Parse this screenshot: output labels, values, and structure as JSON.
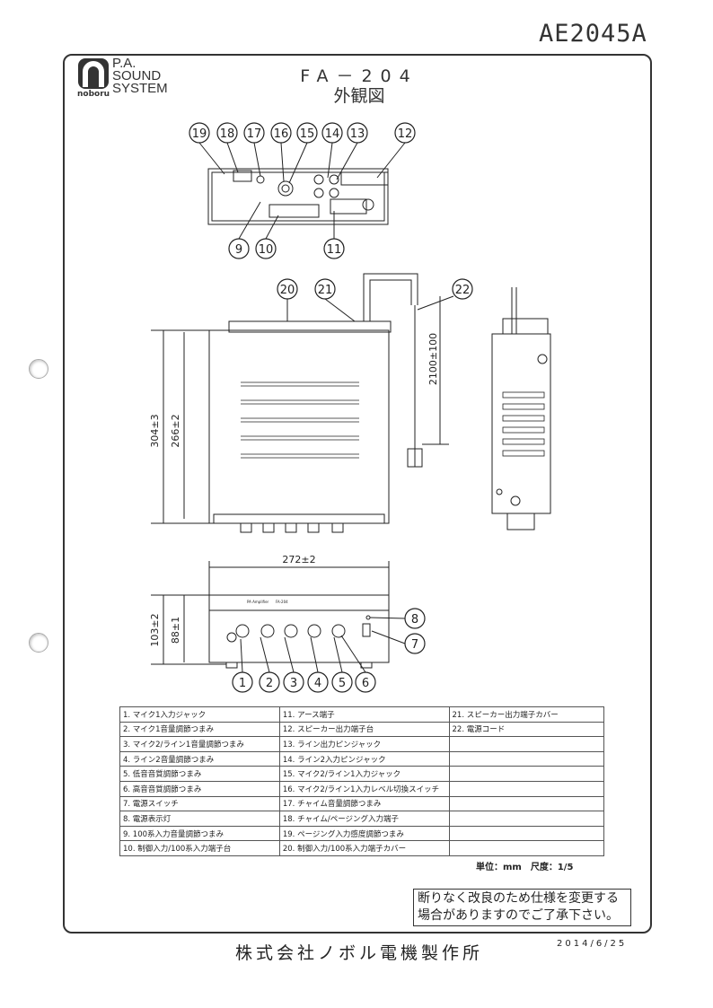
{
  "document_number": "AE2045A",
  "logo": {
    "brand": "noboru",
    "lines": [
      "P.A.",
      "SOUND",
      "SYSTEM"
    ]
  },
  "title": "FA－204",
  "subtitle": "外観図",
  "callouts": {
    "c1": "1",
    "c2": "2",
    "c3": "3",
    "c4": "4",
    "c5": "5",
    "c6": "6",
    "c7": "7",
    "c8": "8",
    "c9": "9",
    "c10": "10",
    "c11": "11",
    "c12": "12",
    "c13": "13",
    "c14": "14",
    "c15": "15",
    "c16": "16",
    "c17": "17",
    "c18": "18",
    "c19": "19",
    "c20": "20",
    "c21": "21",
    "c22": "22"
  },
  "dimensions": {
    "depth_total": "304±3",
    "depth_body": "266±2",
    "cord_length": "2100±100",
    "width": "272±2",
    "height_total": "103±2",
    "height_body": "88±1"
  },
  "front_panel": {
    "brand": "PA Amplifier",
    "model": "FA-204"
  },
  "parts_table": [
    [
      "1. マイク1入力ジャック",
      "11. アース端子",
      "21. スピーカー出力端子カバー"
    ],
    [
      "2. マイク1音量調節つまみ",
      "12. スピーカー出力端子台",
      "22. 電源コード"
    ],
    [
      "3. マイク2/ライン1音量調節つまみ",
      "13. ライン出力ピンジャック",
      ""
    ],
    [
      "4. ライン2音量調節つまみ",
      "14. ライン2入力ピンジャック",
      ""
    ],
    [
      "5. 低音音質調節つまみ",
      "15. マイク2/ライン1入力ジャック",
      ""
    ],
    [
      "6. 高音音質調節つまみ",
      "16. マイク2/ライン1入力レベル切換スイッチ",
      ""
    ],
    [
      "7. 電源スイッチ",
      "17. チャイム音量調節つまみ",
      ""
    ],
    [
      "8. 電源表示灯",
      "18. チャイム/ページング入力端子",
      ""
    ],
    [
      "9. 100系入力音量調節つまみ",
      "19. ページング入力感度調節つまみ",
      ""
    ],
    [
      "10. 制御入力/100系入力端子台",
      "20. 制御入力/100系入力端子カバー",
      ""
    ]
  ],
  "units_scale": "単位：mm　尺度：1/5",
  "note": "断りなく改良のため仕様を変更する場合がありますのでご了承下さい。",
  "company": "株式会社ノボル電機製作所",
  "date": "2014/6/25"
}
